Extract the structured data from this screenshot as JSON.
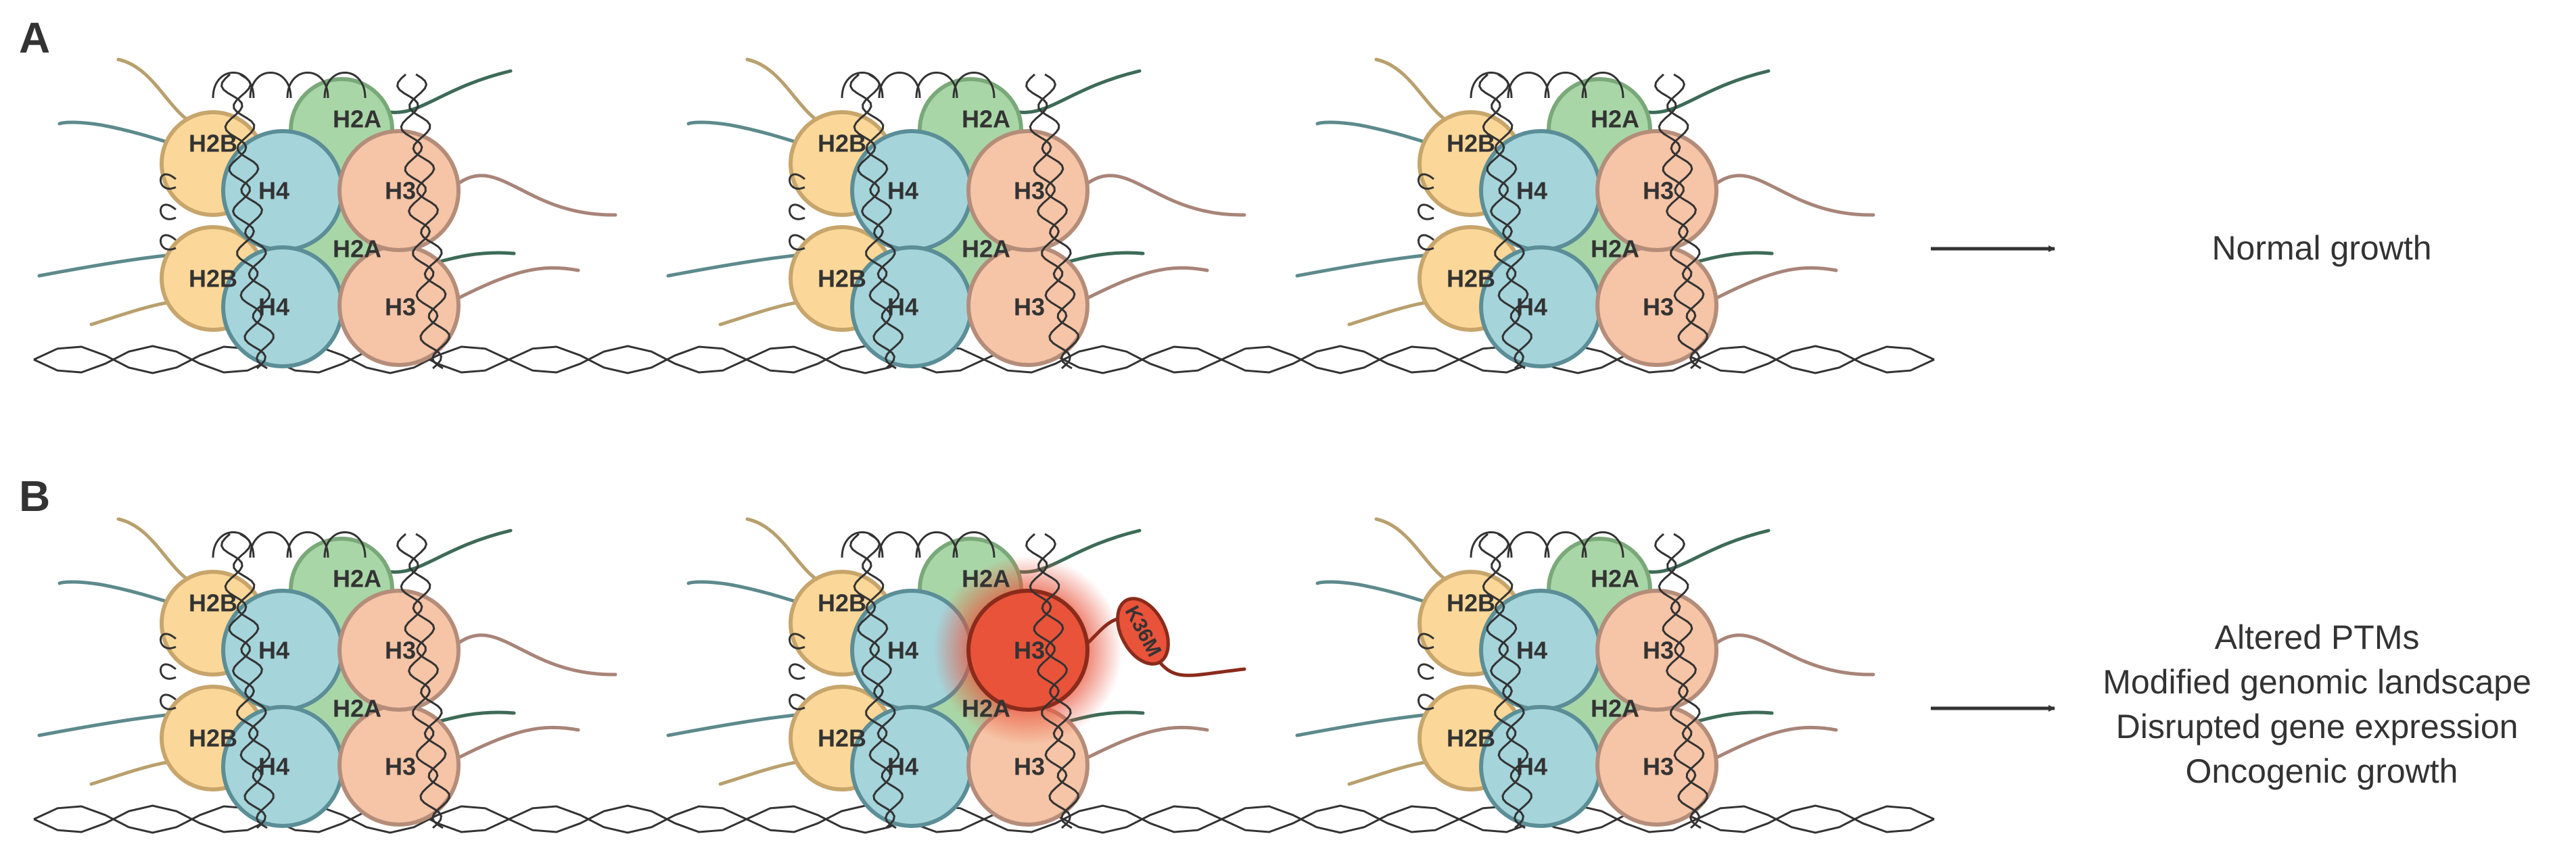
{
  "panels": [
    {
      "label": "A",
      "outcome": [
        "Normal growth"
      ],
      "nucleosomes": [
        {
          "mutant": false
        },
        {
          "mutant": false
        },
        {
          "mutant": false
        }
      ]
    },
    {
      "label": "B",
      "outcome": [
        "Altered PTMs",
        "Modified genomic landscape",
        "Disrupted gene expression",
        "Oncogenic growth"
      ],
      "nucleosomes": [
        {
          "mutant": false
        },
        {
          "mutant": true
        },
        {
          "mutant": false
        }
      ]
    }
  ],
  "histones": {
    "h2b": "H2B",
    "h2a": "H2A",
    "h4": "H4",
    "h3": "H3"
  },
  "mutation_label": "K36M",
  "colors": {
    "h2b": "#fbd899",
    "h2b_stroke": "#c7a56b",
    "h2a": "#a9d6a7",
    "h2a_stroke": "#7aa979",
    "h4": "#a5d4db",
    "h4_stroke": "#5b8e97",
    "h3": "#f6c4a6",
    "h3_stroke": "#b48d7a",
    "h3_mutant": "#e8533a",
    "h3_mutant_stroke": "#8a2b1b",
    "tail_h2b": "#b8a06e",
    "tail_h2a": "#3d6b57",
    "tail_h4": "#5d8a8c",
    "tail_h3": "#a88478",
    "dna": "#333333",
    "arrow": "#333333"
  }
}
